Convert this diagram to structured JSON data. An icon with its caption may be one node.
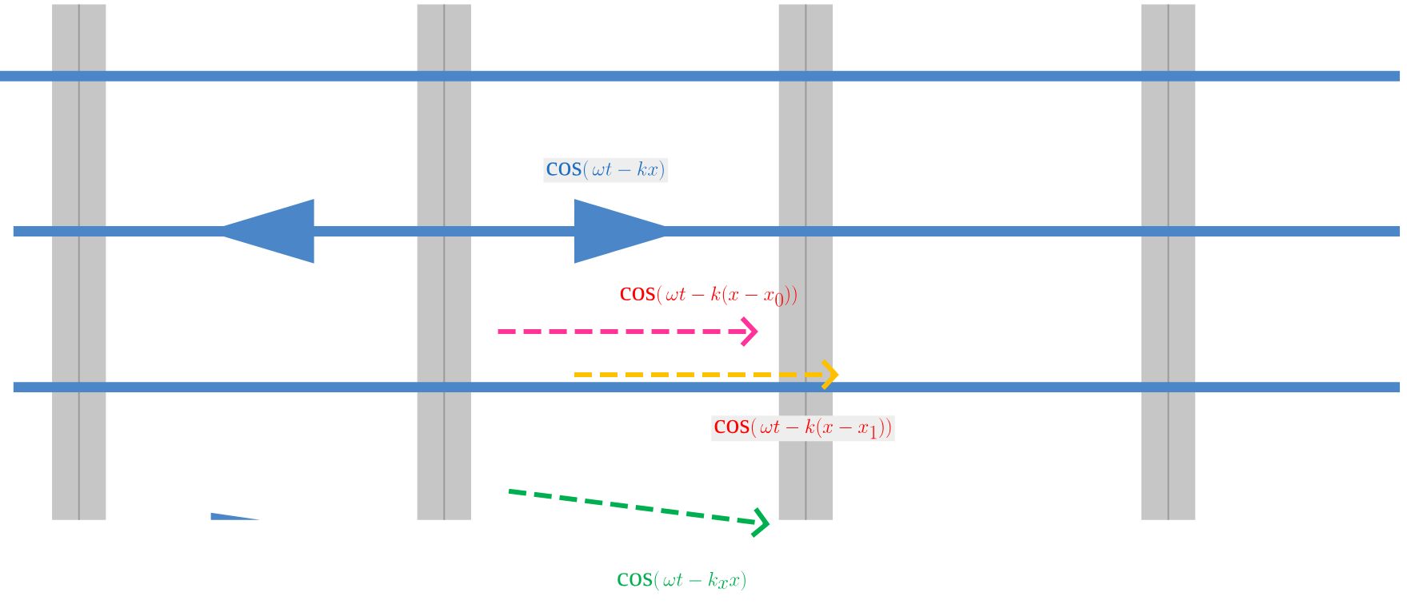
{
  "diagram": {
    "labels": [
      "\\cos(\\,\\omega t-kx)",
      "\\cos(\\,\\omega t-k(x-x_0))",
      "\\cos(\\,\\omega t-k(x-x_1))",
      "\\cos(\\,\\omega t-k_x x)"
    ]
  }
}
